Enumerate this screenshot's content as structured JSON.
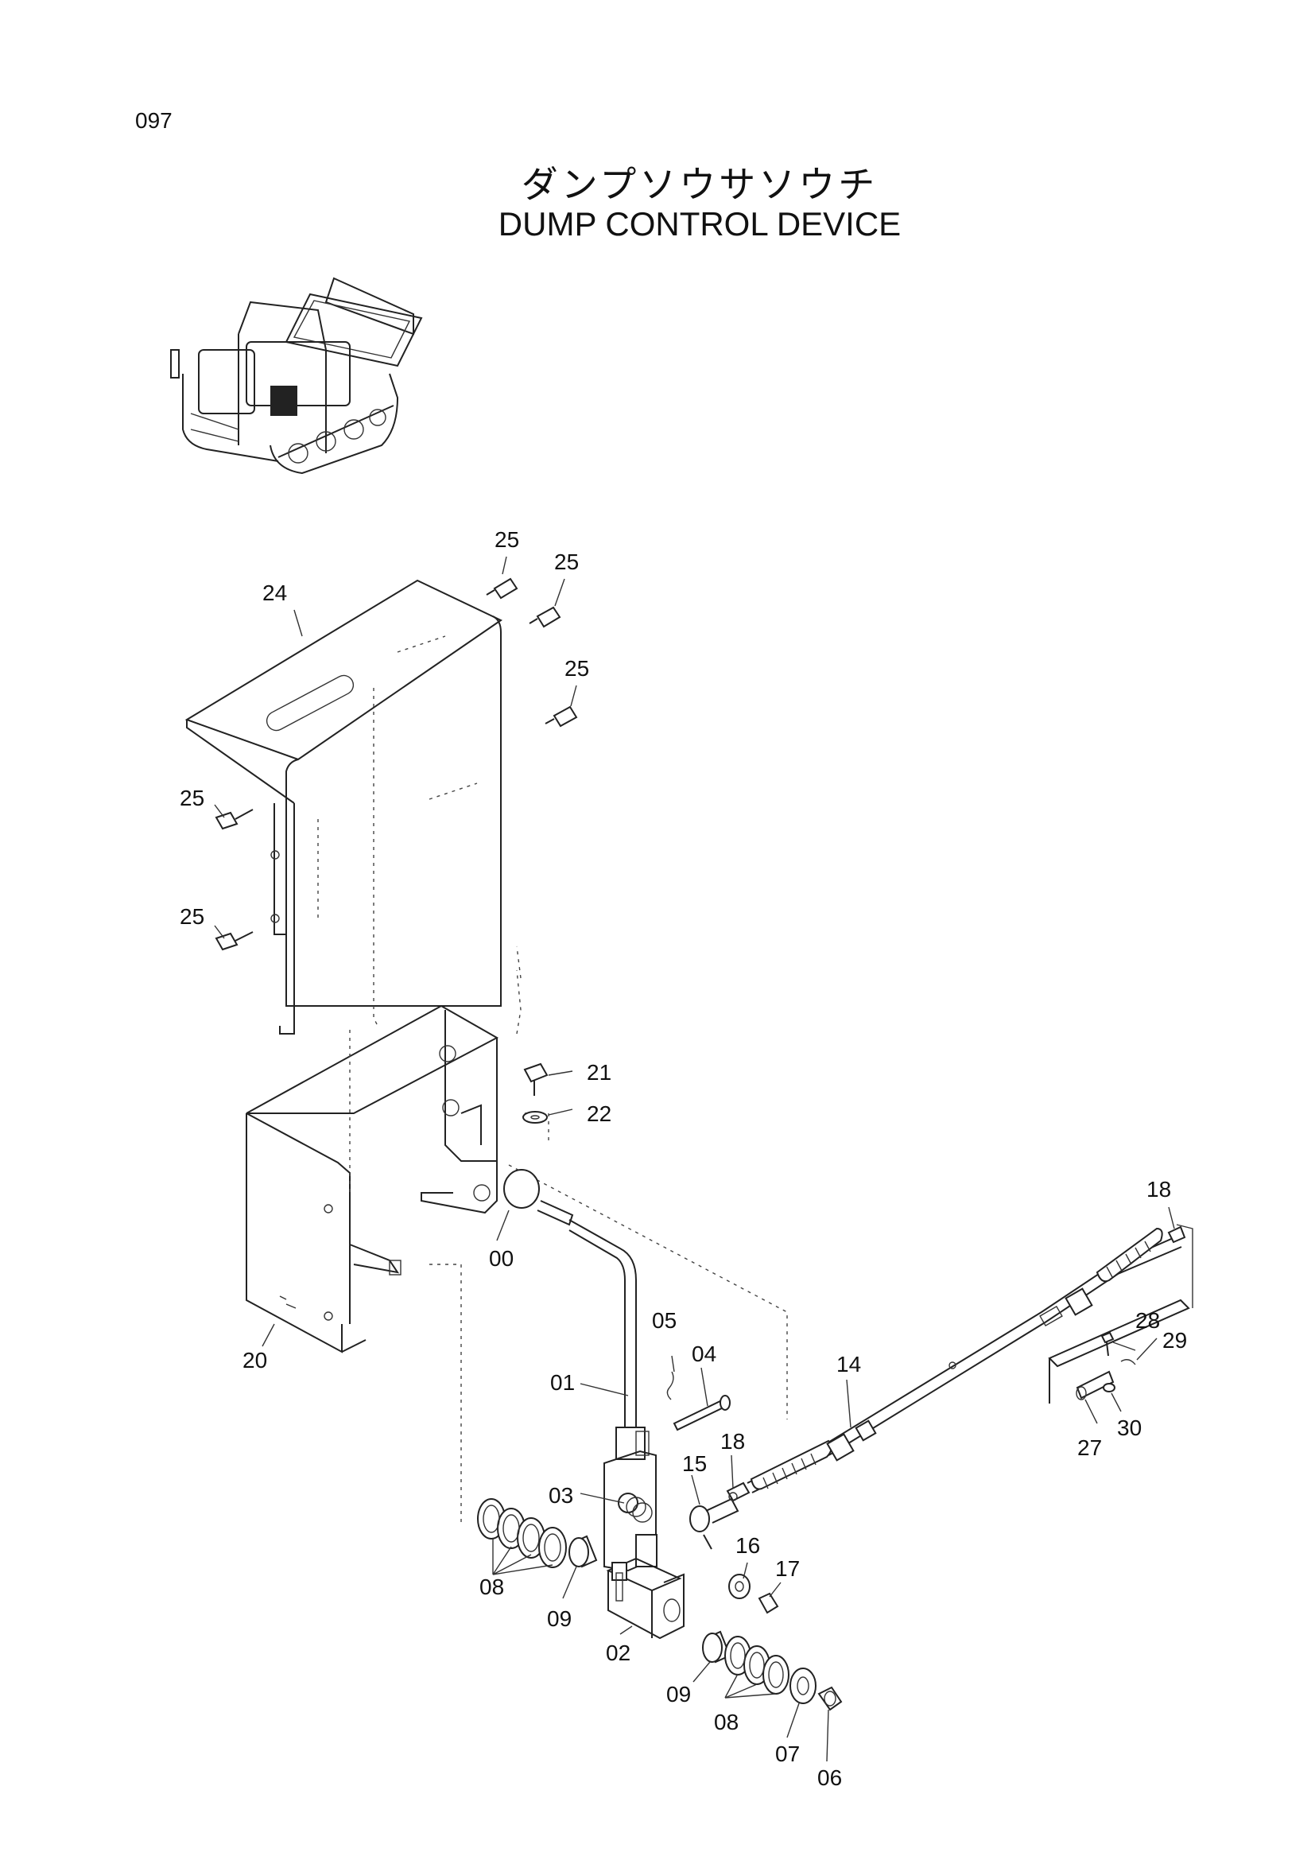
{
  "page_number": "097",
  "title_jp": "ダンプソウサソウチ",
  "title_en": "DUMP CONTROL DEVICE",
  "callouts": {
    "c00": "00",
    "c01": "01",
    "c02": "02",
    "c03": "03",
    "c04": "04",
    "c05": "05",
    "c06": "06",
    "c07": "07",
    "c08a": "08",
    "c08b": "08",
    "c09a": "09",
    "c09b": "09",
    "c14": "14",
    "c15": "15",
    "c16": "16",
    "c17": "17",
    "c18a": "18",
    "c18b": "18",
    "c20": "20",
    "c21": "21",
    "c22": "22",
    "c24": "24",
    "c25a": "25",
    "c25b": "25",
    "c25c": "25",
    "c25d": "25",
    "c25e": "25",
    "c27": "27",
    "c28": "28",
    "c29": "29",
    "c30": "30"
  }
}
